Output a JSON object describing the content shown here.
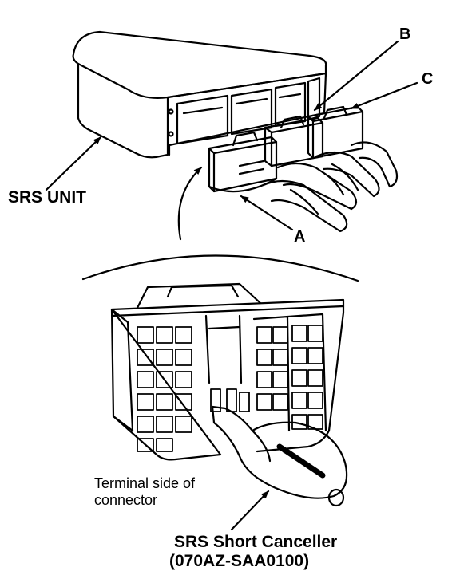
{
  "labels": {
    "srs_unit": "SRS UNIT",
    "connector_a": "A",
    "connector_b": "B",
    "connector_c": "C",
    "terminal_side_line1": "Terminal side of",
    "terminal_side_line2": "connector",
    "canceller_line1": "SRS Short Canceller",
    "canceller_line2": "(070AZ-SAA0100)"
  }
}
